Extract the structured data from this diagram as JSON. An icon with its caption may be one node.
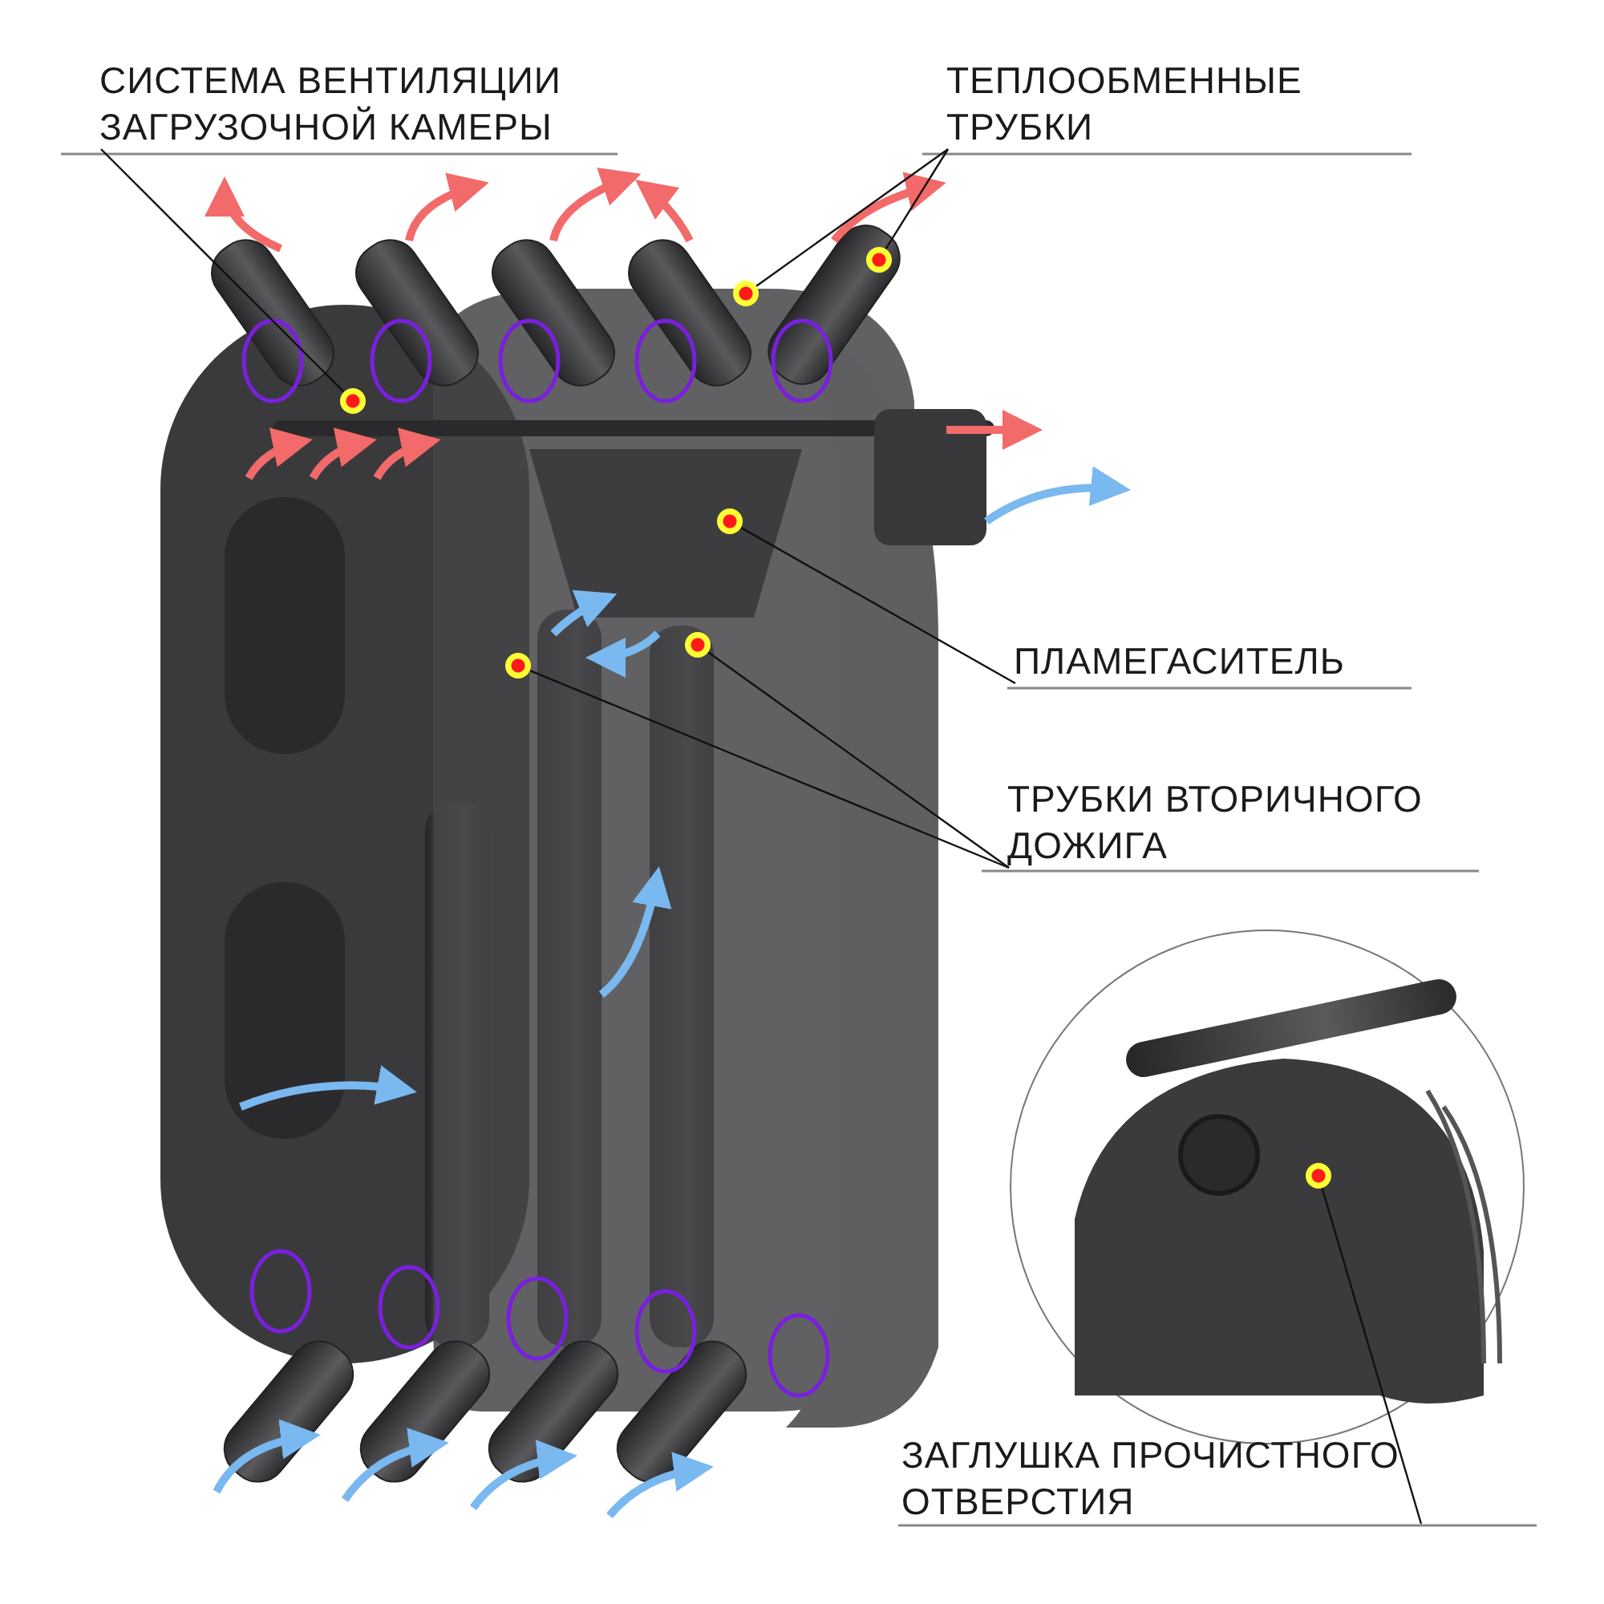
{
  "diagram": {
    "nodes": [
      {
        "text": [
          "СИСТЕМА ВЕНТИЛЯЦИИ ЗАГРУЗОЧНОЙ КАМЕРЫ"
        ]
      },
      {
        "text": [
          "ТЕПЛООБМЕННЫЕ ТРУБКИ"
        ]
      },
      {
        "text": [
          "ПЛАМЕГАСИТЕЛЬ"
        ]
      },
      {
        "text": [
          "ТРУБКИ ВТОРИЧНОГО ДОЖИГА"
        ]
      },
      {
        "text": [
          "ЗАГЛУШКА ПРОЧИСТНОГО ОТВЕРСТИЯ"
        ]
      },
      {
        "text": [],
        "shape": "circle"
      },
      {
        "text": [],
        "shape": "circle"
      },
      {
        "text": [],
        "shape": "circle"
      },
      {
        "text": [],
        "shape": "circle"
      },
      {
        "text": [],
        "shape": "circle"
      },
      {
        "text": [],
        "shape": "circle"
      },
      {
        "text": [],
        "shape": "circle"
      }
    ],
    "edges": [
      {
        "from": 0,
        "to": 5,
        "arrow": "none"
      },
      {
        "from": 1,
        "to": 6,
        "arrow": "none"
      },
      {
        "from": 1,
        "to": 7,
        "arrow": "none"
      },
      {
        "from": 2,
        "to": 8,
        "arrow": "none"
      },
      {
        "from": 3,
        "to": 9,
        "arrow": "none"
      },
      {
        "from": 3,
        "to": 10,
        "arrow": "none"
      },
      {
        "from": 4,
        "to": 11,
        "arrow": "none"
      }
    ]
  }
}
